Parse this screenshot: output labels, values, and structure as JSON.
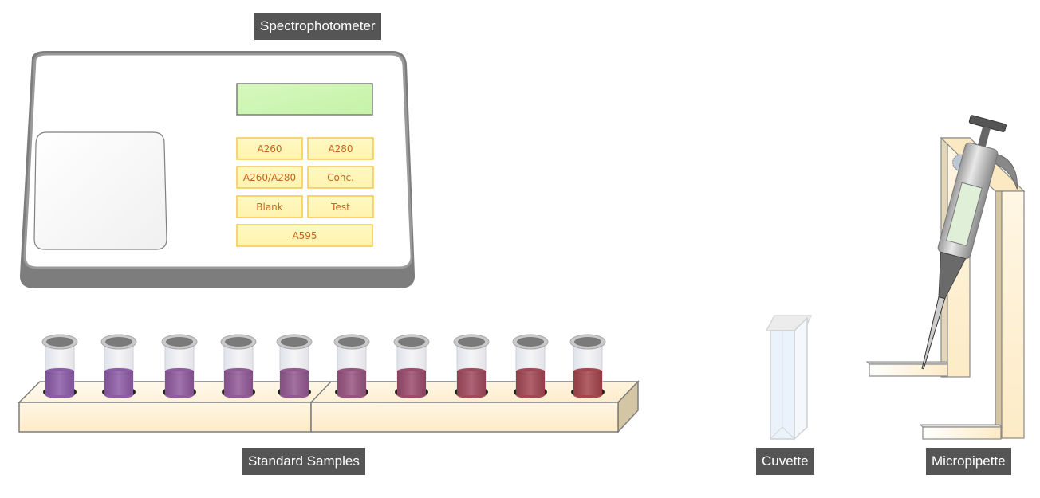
{
  "labels": {
    "spectrophotometer": "Spectrophotometer",
    "standard_samples": "Standard Samples",
    "cuvette": "Cuvette",
    "micropipette": "Micropipette"
  },
  "spectrophotometer": {
    "buttons": [
      {
        "id": "a260",
        "label": "A260"
      },
      {
        "id": "a280",
        "label": "A280"
      },
      {
        "id": "a260-a280",
        "label": "A260/A280"
      },
      {
        "id": "conc",
        "label": "Conc."
      },
      {
        "id": "blank",
        "label": "Blank"
      },
      {
        "id": "test",
        "label": "Test"
      },
      {
        "id": "a595",
        "label": "A595"
      }
    ],
    "display_color": "#ccf5b0"
  },
  "standard_samples": {
    "tube_count": 10,
    "colors": [
      "#8c5ca8",
      "#8e5ca6",
      "#915ba0",
      "#925a98",
      "#935990",
      "#985480",
      "#9b4c6c",
      "#a04a5e",
      "#a24754",
      "#a5454c"
    ]
  }
}
